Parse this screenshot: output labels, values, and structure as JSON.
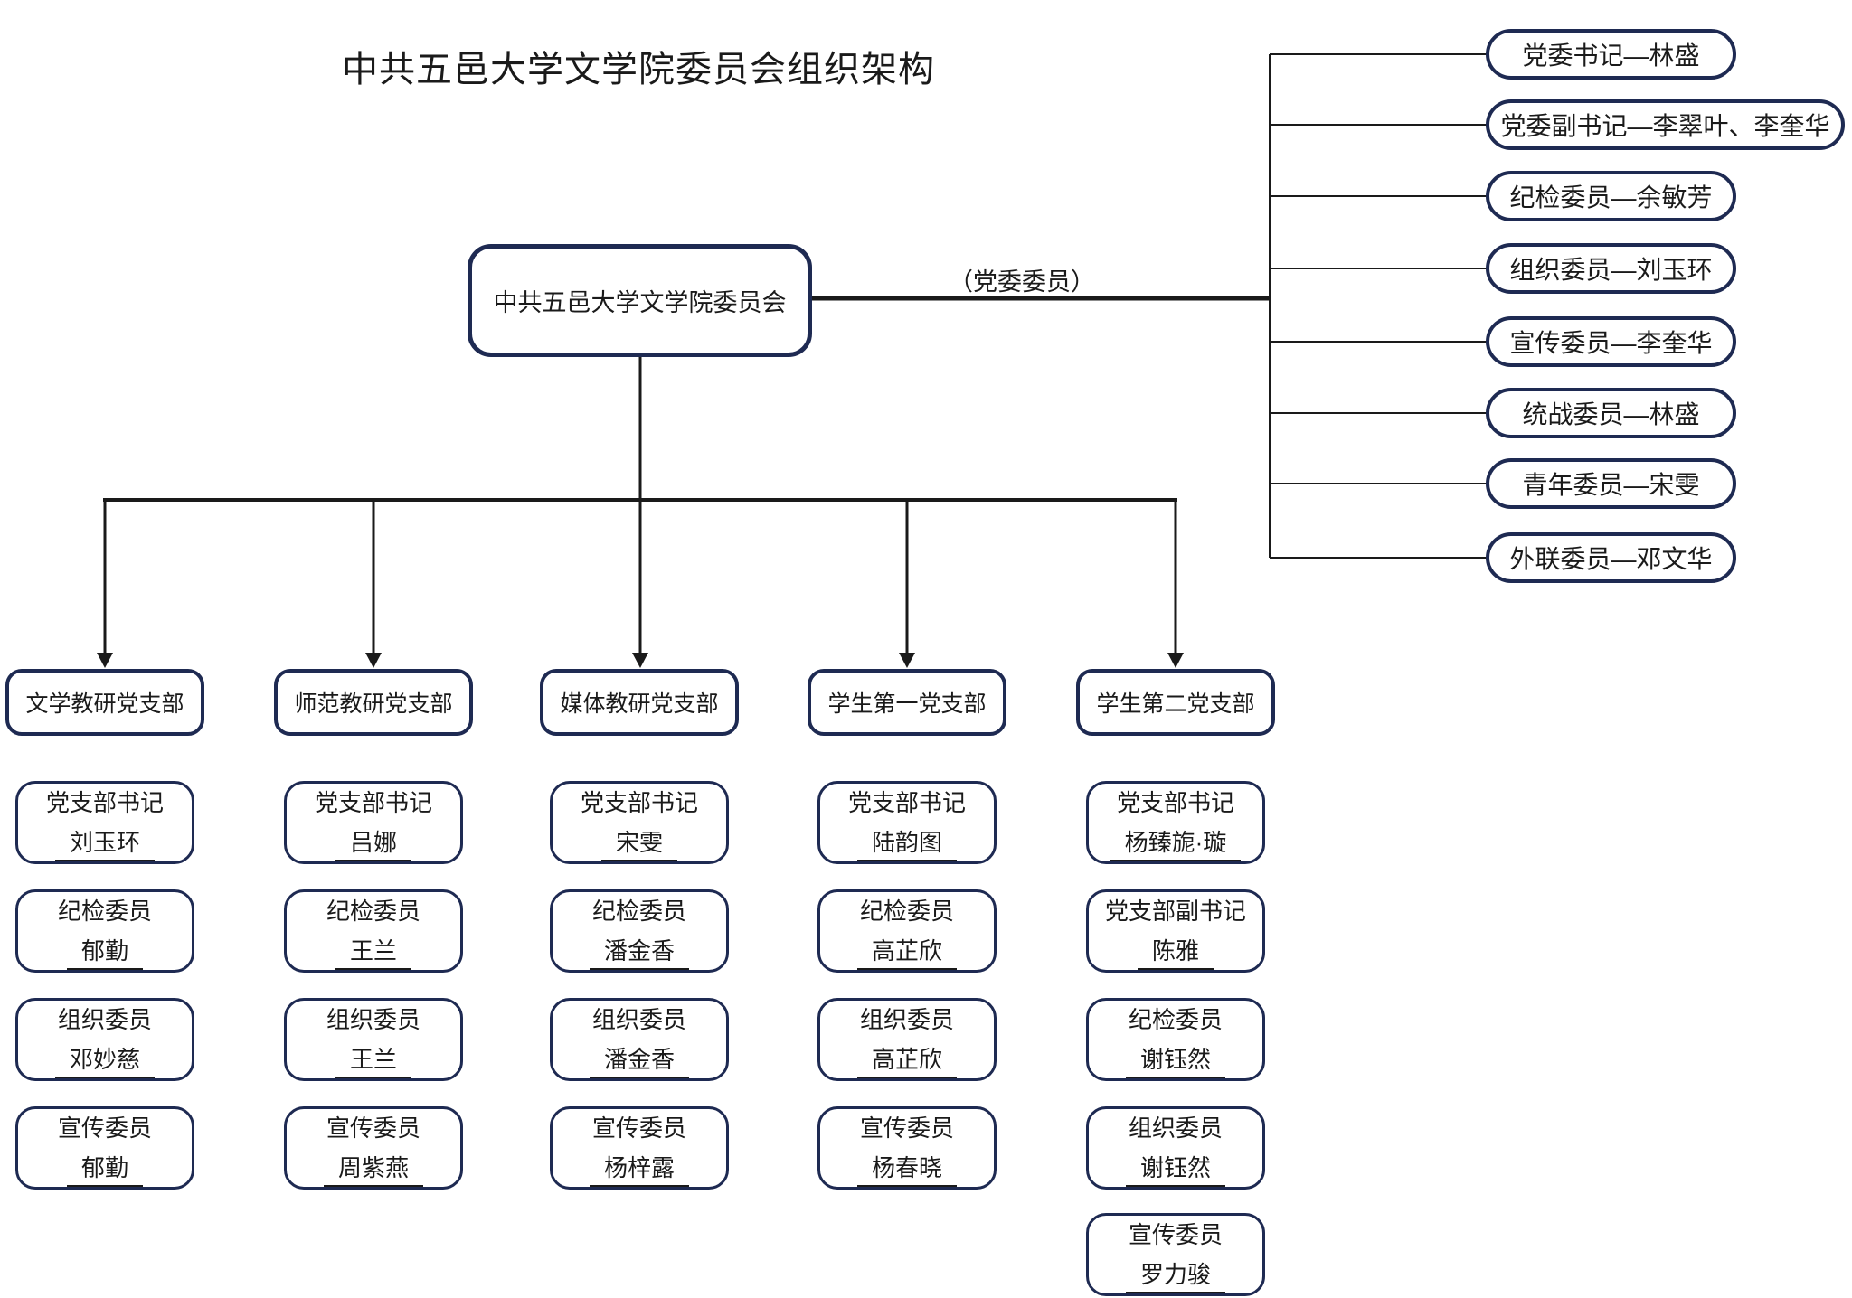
{
  "title": "中共五邑大学文学院委员会组织架构",
  "root": {
    "label": "中共五邑大学文学院委员会"
  },
  "committee_label": "（党委委员）",
  "committee_members": [
    "党委书记—林盛",
    "党委副书记—李翠叶、李奎华",
    "纪检委员—余敏芳",
    "组织委员—刘玉环",
    "宣传委员—李奎华",
    "统战委员—林盛",
    "青年委员—宋雯",
    "外联委员—邓文华"
  ],
  "branches": [
    {
      "label": "文学教研党支部",
      "positions": [
        {
          "role": "党支部书记",
          "name": "刘玉环"
        },
        {
          "role": "纪检委员",
          "name": "郁勤"
        },
        {
          "role": "组织委员",
          "name": "邓妙慈"
        },
        {
          "role": "宣传委员",
          "name": "郁勤"
        }
      ]
    },
    {
      "label": "师范教研党支部",
      "positions": [
        {
          "role": "党支部书记",
          "name": "吕娜"
        },
        {
          "role": "纪检委员",
          "name": "王兰"
        },
        {
          "role": "组织委员",
          "name": "王兰"
        },
        {
          "role": "宣传委员",
          "name": "周紫燕"
        }
      ]
    },
    {
      "label": "媒体教研党支部",
      "positions": [
        {
          "role": "党支部书记",
          "name": "宋雯"
        },
        {
          "role": "纪检委员",
          "name": "潘金香"
        },
        {
          "role": "组织委员",
          "name": "潘金香"
        },
        {
          "role": "宣传委员",
          "name": "杨梓露"
        }
      ]
    },
    {
      "label": "学生第一党支部",
      "positions": [
        {
          "role": "党支部书记",
          "name": "陆韵图"
        },
        {
          "role": "纪检委员",
          "name": "高芷欣"
        },
        {
          "role": "组织委员",
          "name": "高芷欣"
        },
        {
          "role": "宣传委员",
          "name": "杨春晓"
        }
      ]
    },
    {
      "label": "学生第二党支部",
      "positions": [
        {
          "role": "党支部书记",
          "name": "杨臻旎·璇"
        },
        {
          "role": "党支部副书记",
          "name": "陈雅"
        },
        {
          "role": "纪检委员",
          "name": "谢钰然"
        },
        {
          "role": "组织委员",
          "name": "谢钰然"
        },
        {
          "role": "宣传委员",
          "name": "罗力骏"
        }
      ]
    }
  ],
  "colors": {
    "border": "#1e2a52",
    "line": "#1a1a1a",
    "text": "#1a1a1a"
  }
}
